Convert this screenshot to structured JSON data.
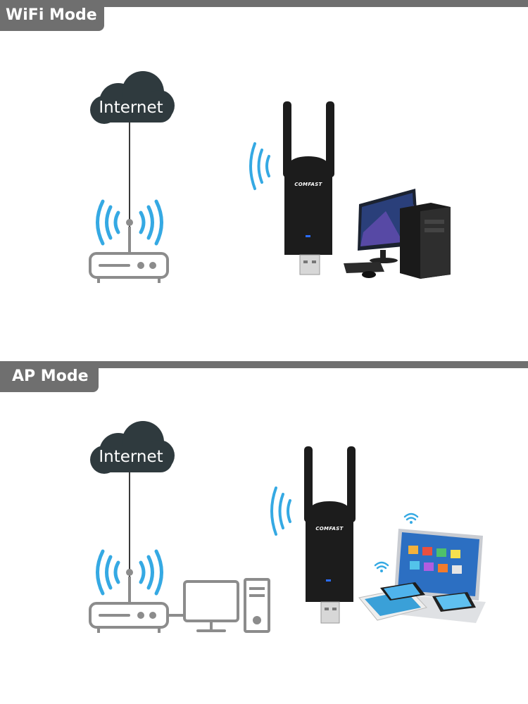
{
  "colors": {
    "header_bar": "#6f6f6f",
    "cloud": "#2f3a3e",
    "wifi_waves": "#35a9e3",
    "outline_icons": "#8c8c8c",
    "adapter_body": "#1c1c1c",
    "led": "#2a6cff"
  },
  "wifi_mode": {
    "title": "WiFi Mode",
    "cloud_label": "Internet",
    "adapter_brand": "COMFAST",
    "icons": [
      "cloud-icon",
      "wifi-router-icon",
      "usb-wifi-adapter",
      "desktop-computer"
    ]
  },
  "ap_mode": {
    "title": "AP Mode",
    "cloud_label": "Internet",
    "adapter_brand": "COMFAST",
    "icons": [
      "cloud-icon",
      "wifi-router-icon",
      "desktop-pc-icon",
      "usb-wifi-adapter",
      "laptop",
      "tablet",
      "smartphone"
    ]
  }
}
